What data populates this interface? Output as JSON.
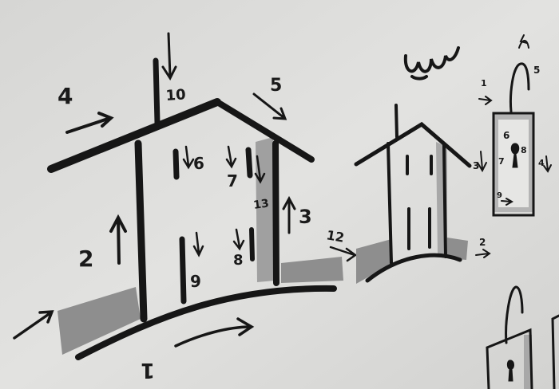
{
  "palette": {
    "board": "#dcdcda",
    "ink": "#161616",
    "shade": "#8e8e8e"
  },
  "house_labels": {
    "n1": "1",
    "n2": "2",
    "n3": "3",
    "n4": "4",
    "n5": "5",
    "n6": "6",
    "n7": "7",
    "n8": "8",
    "n9": "9",
    "n10": "10",
    "n12": "12",
    "n13": "13"
  },
  "small_house_labels": {
    "n2": "2",
    "n3": "3"
  },
  "lock_labels": {
    "n1": "1",
    "n3": "3",
    "n4": "4",
    "n5": "5",
    "n6": "6",
    "n7": "7",
    "n8": "8",
    "n9": "9"
  }
}
